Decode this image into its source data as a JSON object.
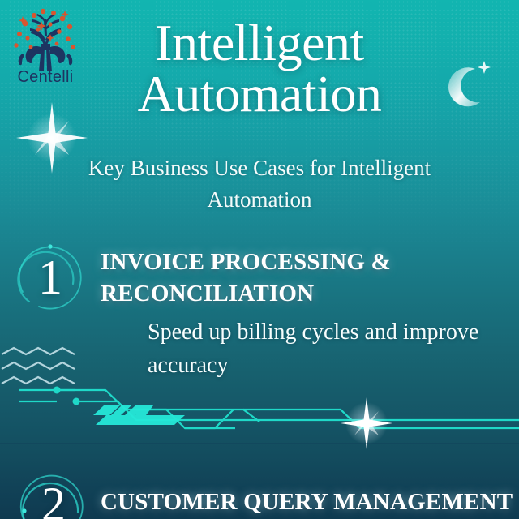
{
  "brand": {
    "name": "Centelli",
    "logo_icon": "tree-logo-icon",
    "logo_color": "#1d3461",
    "accent_color": "#d8552f"
  },
  "theme": {
    "gradient_top": "#12b5b0",
    "gradient_bottom": "#0f3a50",
    "text_color": "#ffffff",
    "accent_cyan": "#22e0d2"
  },
  "headline": {
    "line1": "Intelligent",
    "line2": "Automation"
  },
  "subtitle": "Key Business Use Cases for Intelligent Automation",
  "items": [
    {
      "number": "1",
      "title": "INVOICE PROCESSING & RECONCILIATION",
      "description": "Speed up billing cycles and improve accuracy"
    },
    {
      "number": "2",
      "title": "CUSTOMER QUERY MANAGEMENT",
      "description": ""
    }
  ],
  "decorations": {
    "sparkle_left": "sparkle-star-icon",
    "crescent_right": "crescent-moon-icon",
    "sparkle_bottom": "sparkle-star-icon",
    "zigzag_lines": "zigzag-wave-decoration",
    "circuit_lines": "circuit-trace-decoration",
    "halftone": "halftone-dot-texture"
  }
}
